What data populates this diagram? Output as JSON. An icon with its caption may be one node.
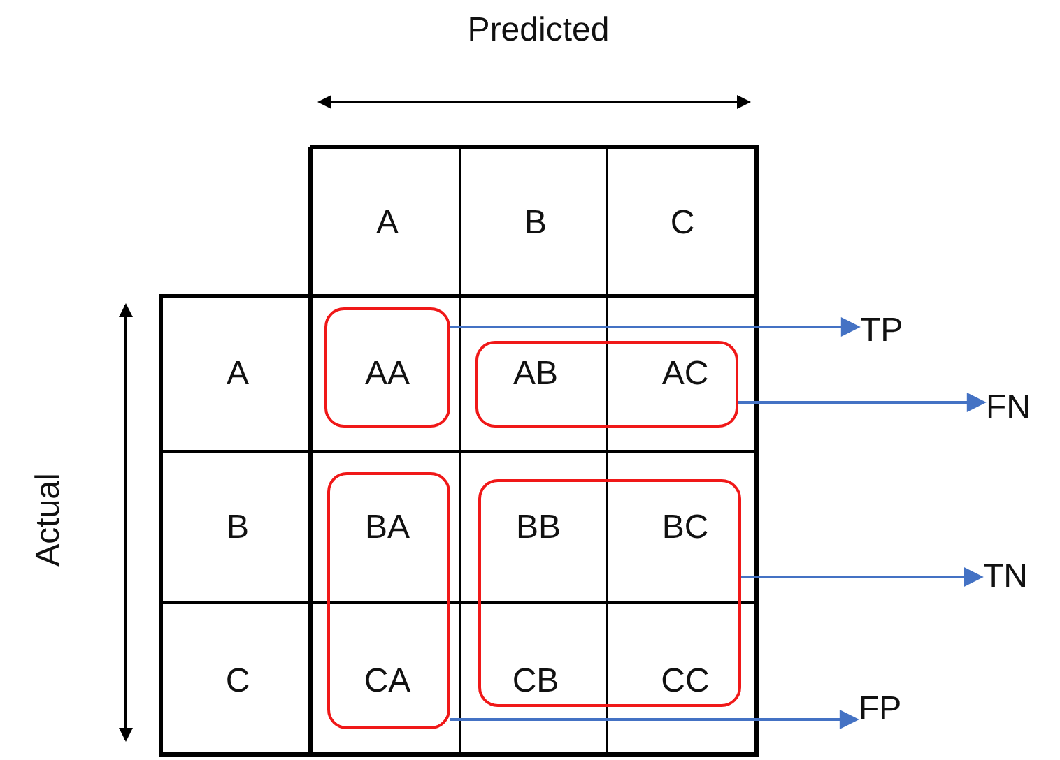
{
  "diagram": {
    "nodes": [
      {
        "text": [],
        "shape": "box"
      },
      {
        "text": [],
        "shape": "box"
      },
      {
        "text": [],
        "shape": "box"
      },
      {
        "text": [],
        "shape": "box"
      },
      {
        "text": [
          "TP"
        ]
      },
      {
        "text": [
          "FN"
        ]
      },
      {
        "text": [
          "TN"
        ]
      },
      {
        "text": [
          "FP"
        ]
      }
    ],
    "edges": [
      {
        "from": 0,
        "to": 4,
        "arrow": "to"
      },
      {
        "from": 1,
        "to": 5,
        "arrow": "to"
      },
      {
        "from": 3,
        "to": 6,
        "arrow": "to"
      },
      {
        "from": 2,
        "to": 7,
        "arrow": "to"
      }
    ],
    "labels": [
      "Predicted",
      "Actual",
      "A",
      "B",
      "C",
      "A",
      "AA",
      "AB",
      "AC",
      "B",
      "BA",
      "BB",
      "BC",
      "C",
      "CA",
      "CB",
      "CC"
    ]
  }
}
